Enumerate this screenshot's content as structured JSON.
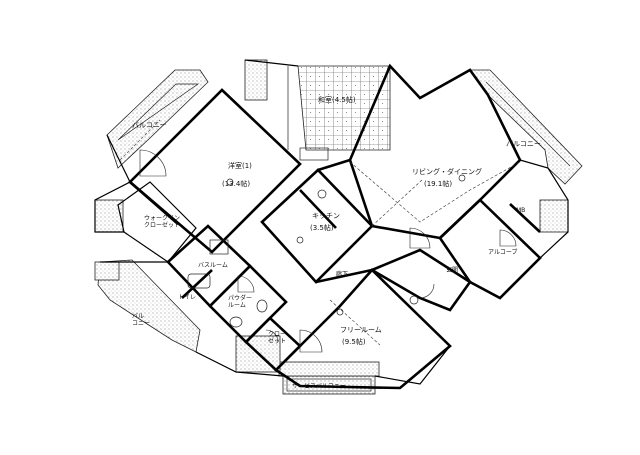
{
  "rooms": {
    "balcony_left": "バルコニー",
    "bedroom": {
      "name": "洋室(1)",
      "size": "(13.4帖)"
    },
    "walkin_closet": "ウォークイン\nクローゼット",
    "bath_room": "バスルーム",
    "toilet": "トイレ",
    "powder_room": "パウダー\nルーム",
    "balcony_lower_left": "バル\nコニー",
    "closet": "クロー\nゼット",
    "free_room": {
      "name": "フリールーム",
      "size": "(9.5帖)"
    },
    "kitchen": {
      "name": "キッチン",
      "size": "(3.5帖)"
    },
    "hallway": "廊下",
    "japanese_room": "和室(4.5帖)",
    "living_dining": {
      "name": "リビング・ダイニング",
      "size": "(19.1帖)"
    },
    "balcony_right": "バルコニー",
    "alcove_mb": "MB",
    "alcove": "アルコーブ",
    "entrance": "玄関",
    "service_balcony": "サービスバルコニー"
  }
}
